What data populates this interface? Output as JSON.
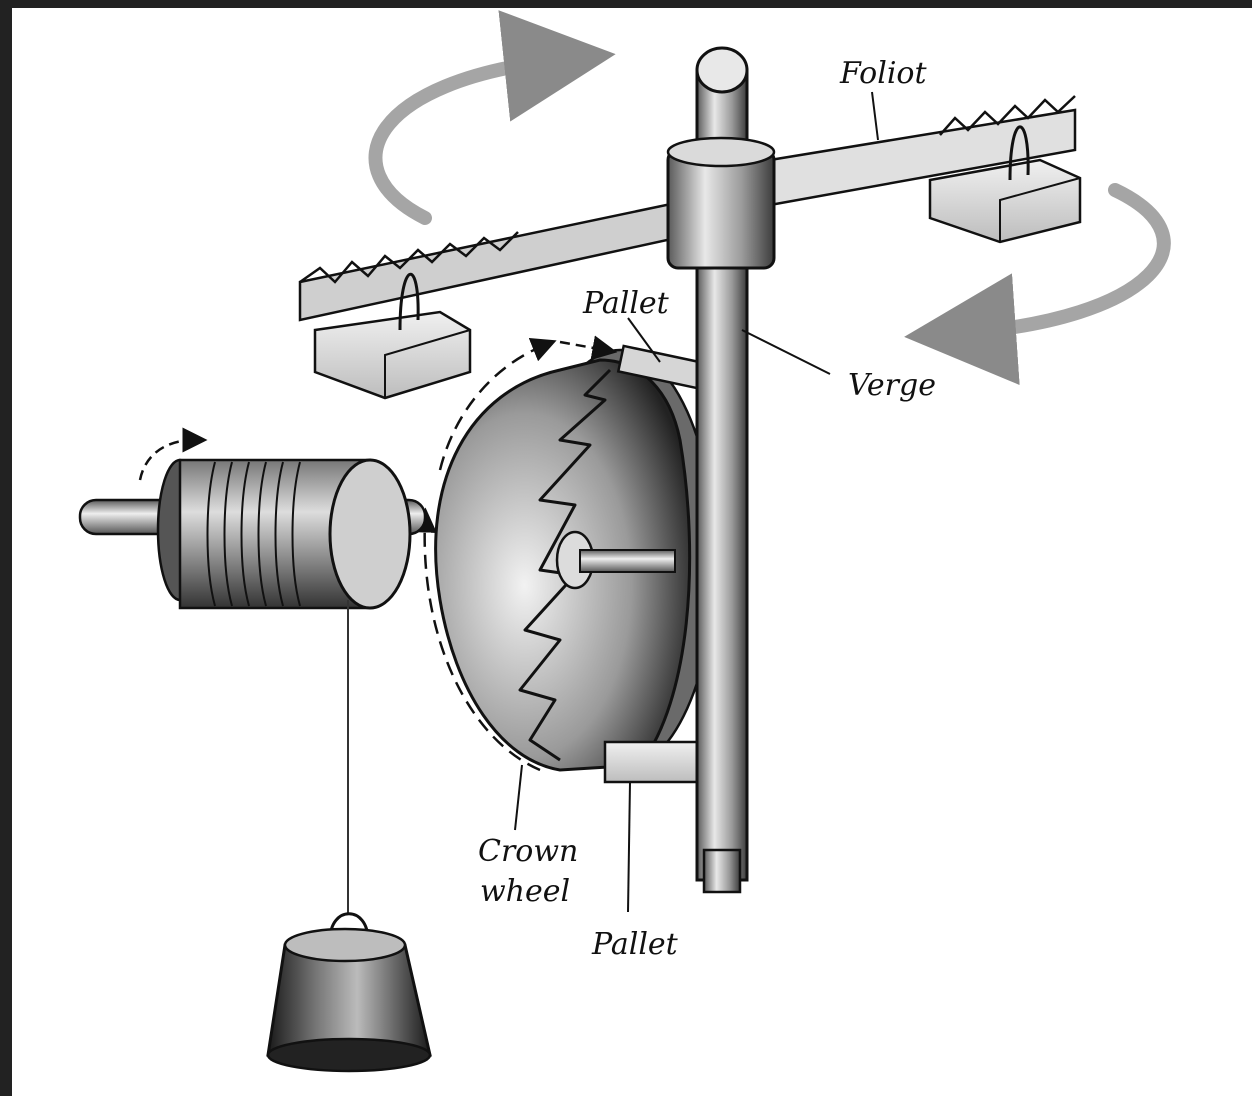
{
  "labels": {
    "foliot": "Foliot",
    "pallet_top": "Pallet",
    "verge": "Verge",
    "crown_wheel_line1": "Crown",
    "crown_wheel_line2": "wheel",
    "pallet_bottom": "Pallet"
  },
  "colors": {
    "frame": "#222222",
    "ink": "#111111",
    "metal_light": "#e4e4e4",
    "metal_mid": "#a8a8a8",
    "metal_dark": "#4a4a4a",
    "arrow_gray": "#9a9a9a"
  }
}
